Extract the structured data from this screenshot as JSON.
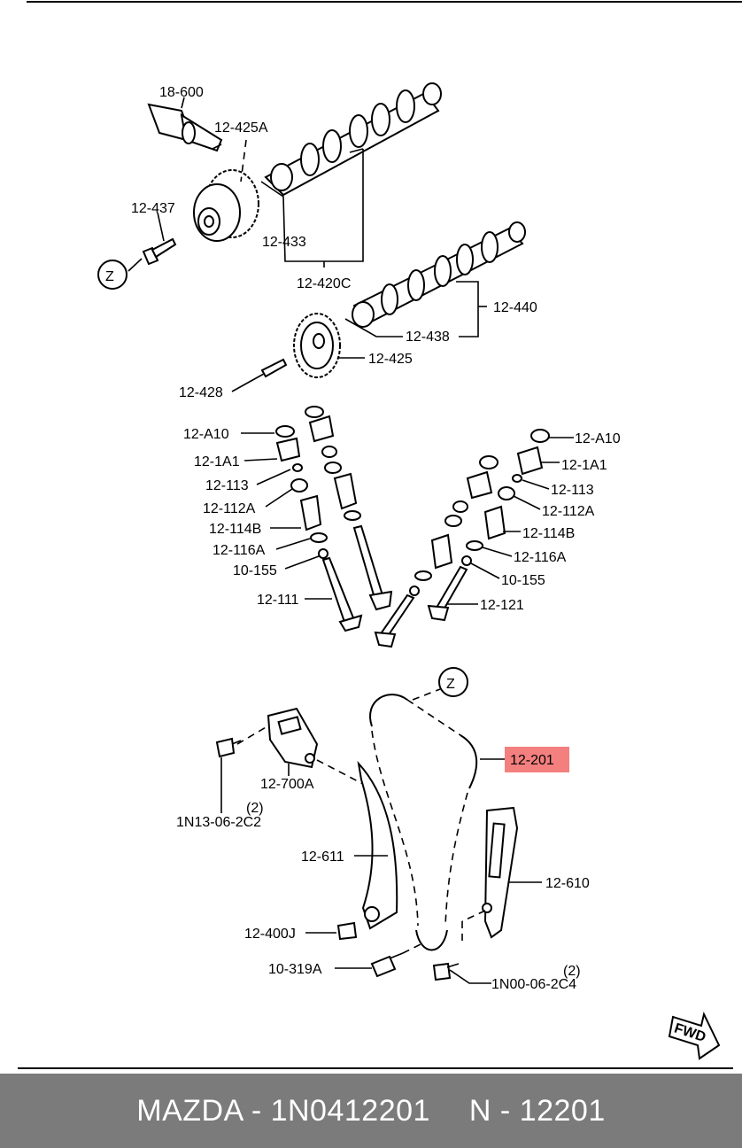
{
  "labels": {
    "p18600": "18-600",
    "p12425A": "12-425A",
    "p12437": "12-437",
    "p12433": "12-433",
    "p12420C": "12-420C",
    "p12440": "12-440",
    "p12438": "12-438",
    "p12425": "12-425",
    "p12428": "12-428",
    "p12A10_l": "12-A10",
    "p12A10_r": "12-A10",
    "p121A1_l": "12-1A1",
    "p121A1_r": "12-1A1",
    "p12113_l": "12-113",
    "p12113_r": "12-113",
    "p12112A_l": "12-112A",
    "p12112A_r": "12-112A",
    "p12114B_l": "12-114B",
    "p12114B_r": "12-114B",
    "p12116A_l": "12-116A",
    "p12116A_r": "12-116A",
    "p10155_l": "10-155",
    "p10155_r": "10-155",
    "p12111": "12-111",
    "p12121": "12-121",
    "p12201": "12-201",
    "p12700A": "12-700A",
    "p1N13": "1N13-06-2C2",
    "p1N13_qty": "(2)",
    "p12611": "12-611",
    "p12610": "12-610",
    "p12400J": "12-400J",
    "p10319A": "10-319A",
    "p1N00": "1N00-06-2C4",
    "p1N00_qty": "(2)",
    "z_top": "Z",
    "z_mid": "Z",
    "fwd": "FWD"
  },
  "highlight_color": "#f47f7f",
  "footer": {
    "brand_part": "MAZDA - 1N0412201",
    "ref": "N - 12201"
  }
}
